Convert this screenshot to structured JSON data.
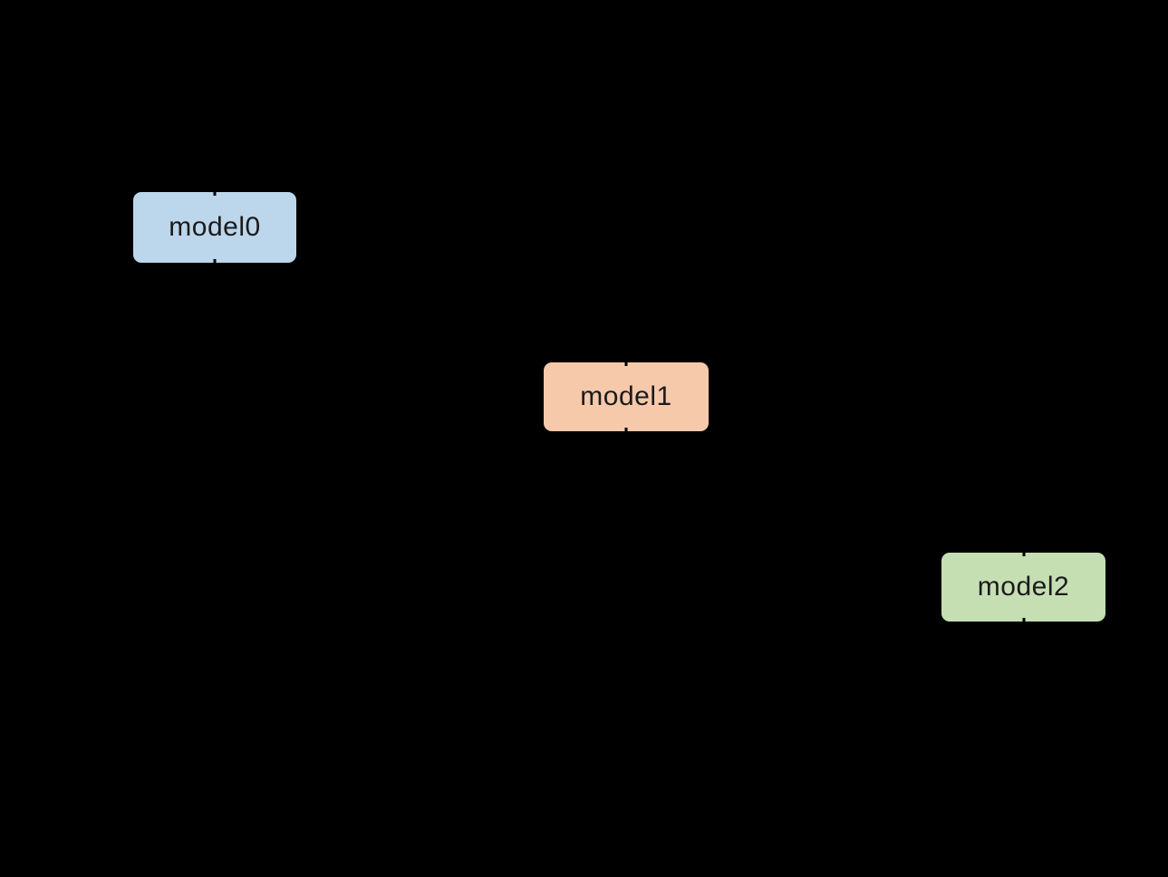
{
  "canvas": {
    "background": "#000000"
  },
  "diagram": {
    "type": "flowchart",
    "nodes": [
      {
        "id": "model0",
        "label": "model0",
        "fill": "#BCD6EC",
        "text_color": "#1b1b1b"
      },
      {
        "id": "model1",
        "label": "model1",
        "fill": "#F6C9AB",
        "text_color": "#1b1b1b"
      },
      {
        "id": "model2",
        "label": "model2",
        "fill": "#C5DFB3",
        "text_color": "#1b1b1b"
      }
    ]
  }
}
